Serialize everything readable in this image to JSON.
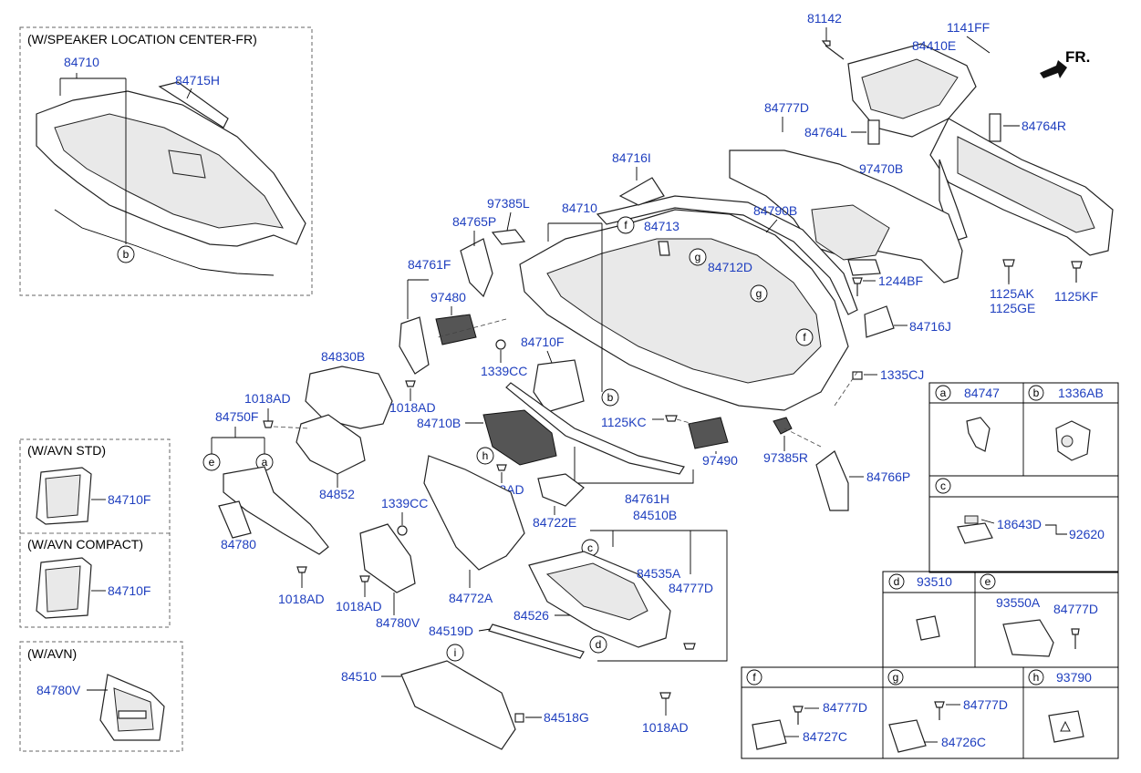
{
  "direction_label": "FR.",
  "insets": {
    "speaker_center": "(W/SPEAKER LOCATION CENTER-FR)",
    "avn_std": "(W/AVN STD)",
    "avn_compact": "(W/AVN COMPACT)",
    "avn": "(W/AVN)"
  },
  "parts": {
    "p84710_inset": "84710",
    "p84715H": "84715H",
    "p81142": "81142",
    "p1141FF": "1141FF",
    "p84410E": "84410E",
    "p84777D_top": "84777D",
    "p84764L": "84764L",
    "p84764R": "84764R",
    "p97470B": "97470B",
    "p84716I": "84716I",
    "p97385L": "97385L",
    "p84710_main": "84710",
    "p84765P": "84765P",
    "p84713": "84713",
    "p84790B": "84790B",
    "p84712D": "84712D",
    "p1244BF": "1244BF",
    "p1125AK": "1125AK",
    "p1125GE": "1125GE",
    "p1125KF": "1125KF",
    "p84761F": "84761F",
    "p97480": "97480",
    "p84716J": "84716J",
    "p84830B": "84830B",
    "p84710F_main": "84710F",
    "p1339CC_top": "1339CC",
    "p1335CJ": "1335CJ",
    "p1018AD_a": "1018AD",
    "p1018AD_b": "1018AD",
    "p84750F": "84750F",
    "p84710B": "84710B",
    "p1125KC": "1125KC",
    "p97490": "97490",
    "p97385R": "97385R",
    "p84766P": "84766P",
    "p84852": "84852",
    "p1018AD_c": "1018AD",
    "p84761H": "84761H",
    "p1339CC_mid": "1339CC",
    "p84722E": "84722E",
    "p84510B": "84510B",
    "p84780": "84780",
    "p84710F_std": "84710F",
    "p84710F_compact": "84710F",
    "p1018AD_d": "1018AD",
    "p1018AD_e": "1018AD",
    "p84780V_main": "84780V",
    "p84772A": "84772A",
    "p84535A": "84535A",
    "p84777D_mid": "84777D",
    "p84526": "84526",
    "p84519D": "84519D",
    "p84510": "84510",
    "p84518G": "84518G",
    "p1018AD_f": "1018AD",
    "p84780V_inset": "84780V"
  },
  "legend": {
    "a": {
      "letter": "a",
      "part": "84747"
    },
    "b": {
      "letter": "b",
      "part": "1336AB"
    },
    "c": {
      "letter": "c",
      "parts": [
        "18643D",
        "92620"
      ]
    },
    "d": {
      "letter": "d",
      "part": "93510"
    },
    "e": {
      "letter": "e",
      "parts": [
        "93550A",
        "84777D"
      ]
    },
    "f": {
      "letter": "f",
      "parts": [
        "84777D",
        "84727C"
      ]
    },
    "g": {
      "letter": "g",
      "parts": [
        "84777D",
        "84726C"
      ]
    },
    "h": {
      "letter": "h",
      "part": "93790"
    }
  },
  "callout_letters": [
    "a",
    "b",
    "c",
    "d",
    "e",
    "f",
    "g",
    "h",
    "i"
  ]
}
